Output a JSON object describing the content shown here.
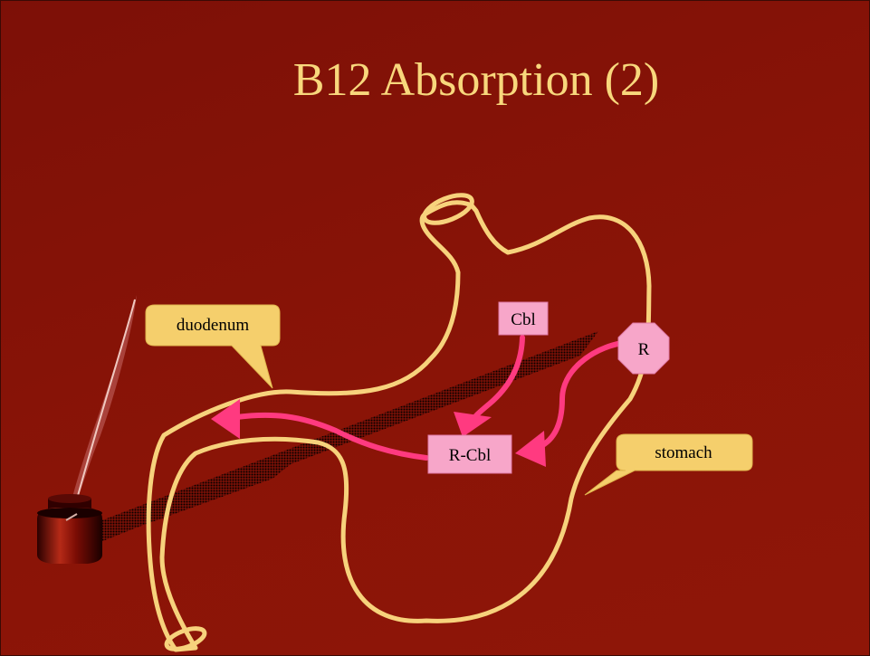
{
  "slide": {
    "title": "B12 Absorption (2)"
  },
  "labels": {
    "duodenum": "duodenum",
    "stomach": "stomach",
    "cbl": "Cbl",
    "r": "R",
    "r_cbl": "R-Cbl"
  },
  "colors": {
    "background": "#8a1407",
    "title": "#f8d77c",
    "outline": "#f7d27c",
    "arrow": "#ff3a80",
    "box": "#f7a6c9",
    "callout": "#f5cf6c"
  },
  "icons": [
    "inkwell-quill-icon"
  ]
}
